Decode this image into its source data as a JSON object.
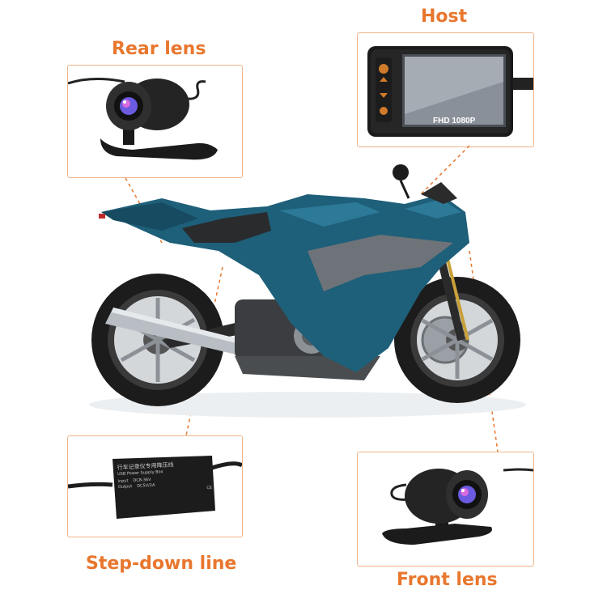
{
  "labels": {
    "rear_lens": "Rear lens",
    "host": "Host",
    "step_down_line": "Step-down line",
    "front_lens": "Front lens"
  },
  "host_screen": {
    "resolution_text": "FHD 1080P"
  },
  "step_down_box": {
    "title_cn": "行车记录仪专用降压线",
    "title_en": "USB Power Supply Box",
    "input_label": "Input",
    "input_value": "DC8-36V",
    "output_label": "Output",
    "output_value": "DC5V/2A",
    "mark": "CE"
  },
  "colors": {
    "accent": "#e8772e",
    "box_border": "#f0b48a",
    "motorcycle_body": "#1e5f79"
  }
}
